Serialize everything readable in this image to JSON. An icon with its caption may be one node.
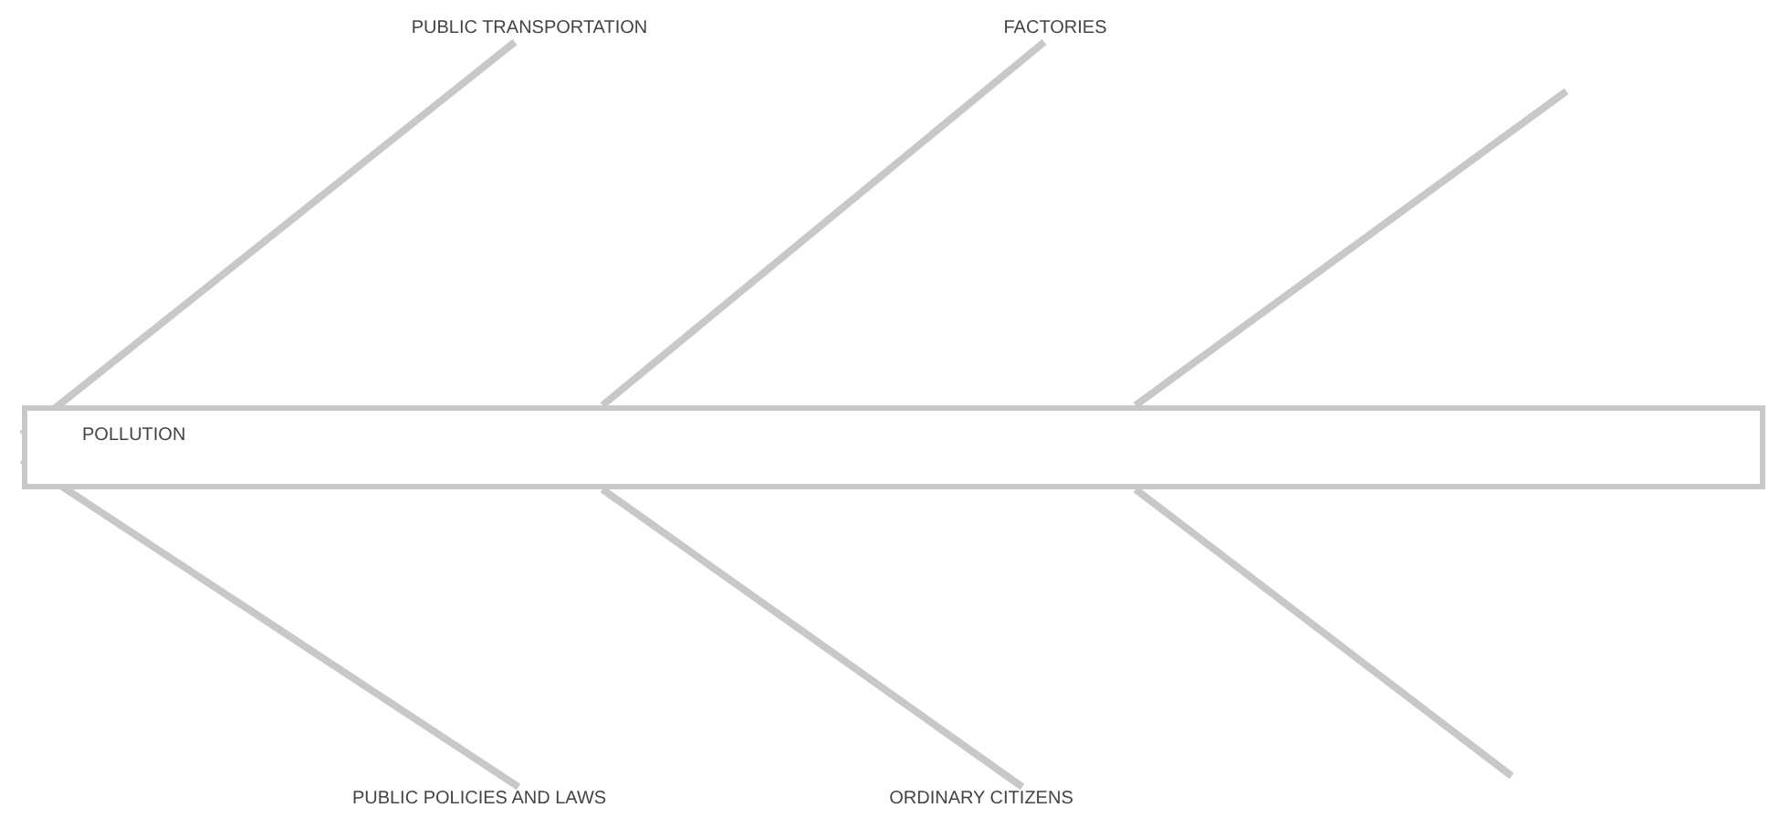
{
  "diagram": {
    "nodes": [
      {
        "text": [
          "PUBLIC TRANSPORTATION"
        ]
      },
      {
        "text": [
          "FACTORIES"
        ]
      },
      {
        "text": [
          "POLLUTION"
        ]
      },
      {
        "text": [
          "PUBLIC POLICIES AND LAWS"
        ]
      },
      {
        "text": [
          "ORDINARY CITIZENS"
        ]
      }
    ],
    "edges": [
      {
        "from": 0,
        "to": 2,
        "arrow": "none"
      },
      {
        "from": 1,
        "to": 2,
        "arrow": "none"
      },
      {
        "from": null,
        "to": 2,
        "arrow": "none"
      },
      {
        "from": 3,
        "to": 2,
        "arrow": "none"
      },
      {
        "from": 4,
        "to": 2,
        "arrow": "none"
      },
      {
        "from": null,
        "to": 2,
        "arrow": "none"
      }
    ]
  }
}
